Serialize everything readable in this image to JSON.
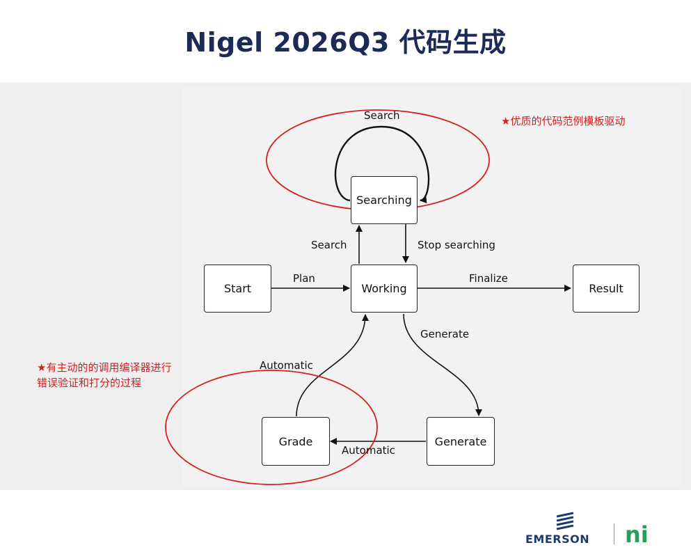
{
  "title": "Nigel 2026Q3 代码生成",
  "nodes": {
    "start": "Start",
    "working": "Working",
    "searching": "Searching",
    "result": "Result",
    "grade": "Grade",
    "generate": "Generate"
  },
  "edges": {
    "plan": "Plan",
    "finalize": "Finalize",
    "search_loop": "Search",
    "search": "Search",
    "stop_searching": "Stop searching",
    "generate": "Generate",
    "automatic_up": "Automatic",
    "automatic_left": "Automatic"
  },
  "annotations": {
    "top_right": "★优质的代码范例模板驱动",
    "left": "★有主动的的调用编译器进行错误验证和打分的过程"
  },
  "colors": {
    "title": "#1c2b55",
    "annotation": "#d61f1f",
    "emerson_blue": "#1f3a6f",
    "ni_green": "#2a9d5c"
  },
  "logos": {
    "emerson": "EMERSON",
    "ni": "ni"
  }
}
